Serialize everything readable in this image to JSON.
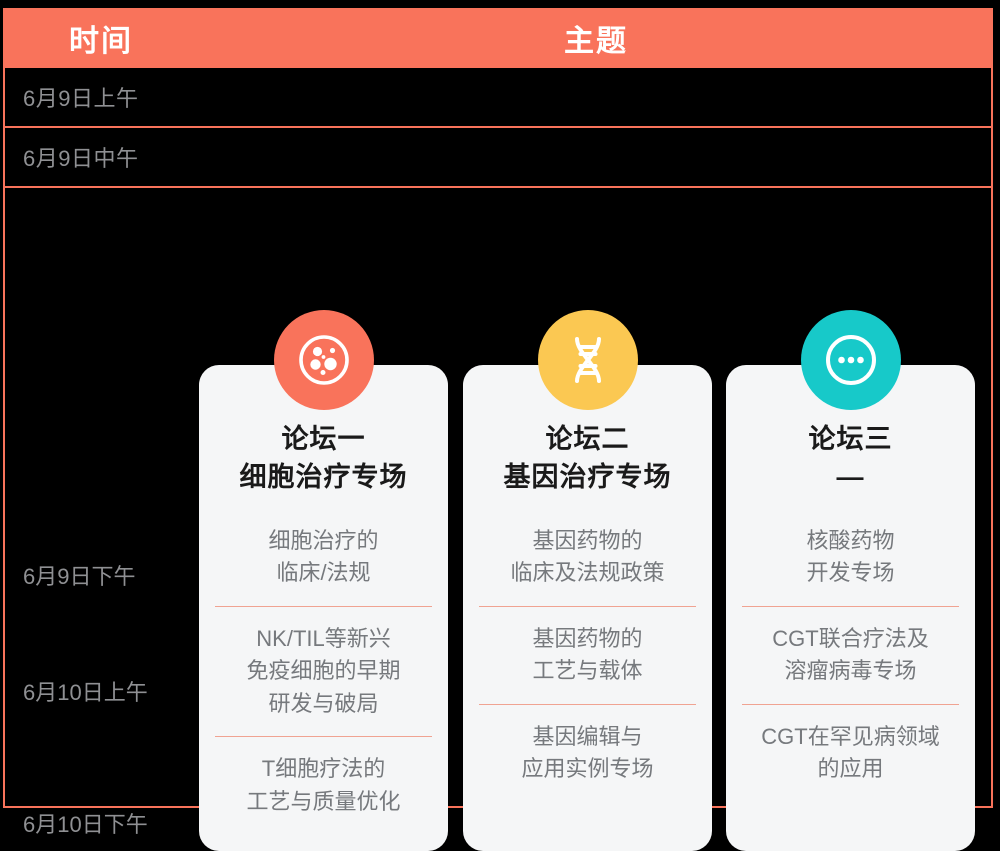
{
  "theme": {
    "accent": "#F9735B",
    "card_bg": "#F5F6F7",
    "background": "#000000",
    "divider": "#F0A392",
    "time_text": "#8f9093",
    "title_text": "#1a1a1a",
    "session_text": "#76797d"
  },
  "header": {
    "time_label": "时间",
    "topic_label": "主题"
  },
  "rows": [
    {
      "time": "6月9日上午",
      "topic": ""
    },
    {
      "time": "6月9日中午",
      "topic": ""
    }
  ],
  "schedule_times": [
    "6月9日下午",
    "6月10日上午",
    "6月10日下午"
  ],
  "forums": [
    {
      "icon": "petri-dish-icon",
      "icon_color": "#F9735B",
      "title": "论坛一\n细胞治疗专场",
      "sessions": [
        "细胞治疗的\n临床/法规",
        "NK/TIL等新兴\n免疫细胞的早期\n研发与破局",
        "T细胞疗法的\n工艺与质量优化"
      ]
    },
    {
      "icon": "dna-helix-icon",
      "icon_color": "#FBC852",
      "title": "论坛二\n基因治疗专场",
      "sessions": [
        "基因药物的\n临床及法规政策",
        "基因药物的\n工艺与载体",
        "基因编辑与\n应用实例专场"
      ]
    },
    {
      "icon": "ellipsis-circle-icon",
      "icon_color": "#17C9C9",
      "title": "论坛三\n—",
      "sessions": [
        "核酸药物\n开发专场",
        "CGT联合疗法及\n溶瘤病毒专场",
        "CGT在罕见病领域\n的应用"
      ]
    }
  ]
}
